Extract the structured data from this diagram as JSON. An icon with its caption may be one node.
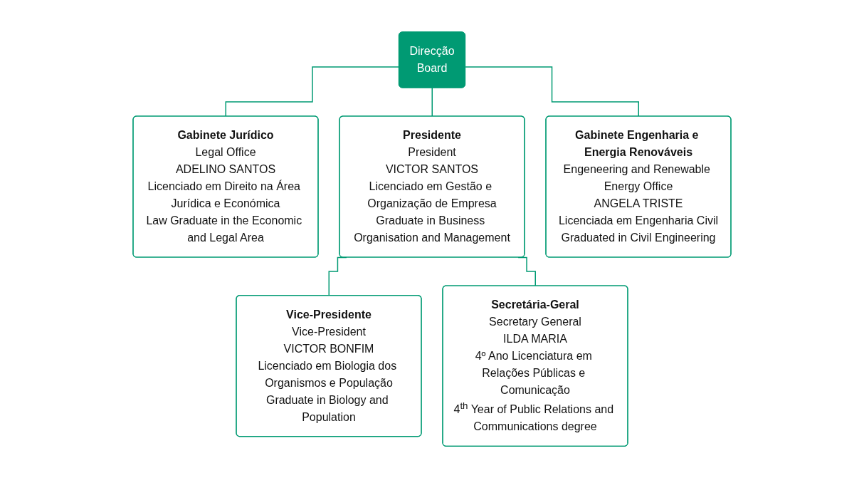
{
  "diagram": {
    "nodes": [
      {
        "text": [
          "Direcção",
          "Board"
        ]
      },
      {
        "text": [
          "Gabinete Jurídico",
          "Legal Office",
          "ADELINO SANTOS",
          "Licenciado em Direito na Área Jurídica e Económica",
          "Law Graduate in the Economic and Legal Area"
        ]
      },
      {
        "text": [
          "Presidente",
          "President",
          "VICTOR SANTOS",
          "Licenciado em Gestão e Organização de Empresa",
          "Graduate in Business Organisation and Management"
        ]
      },
      {
        "text": [
          "Vice-Presidente",
          "Vice-President",
          "VICTOR BONFIM",
          "Licenciado em Biologia dos Organismos e População",
          "Graduate in Biology and Population"
        ]
      },
      {
        "text": [
          "Gabinete Engenharia e Energia Renováveis",
          "Engeneering and Renewable Energy Office",
          "ANGELA TRISTE",
          "Licenciada em Engenharia Civil",
          "Graduated in Civil Engineering"
        ]
      },
      {
        "text": [
          "Secretária-Geral",
          "Secretary General",
          "ILDA MARIA",
          "4º Ano Licenciatura em Relações Públicas e Comunicação",
          "4$^{th}$ Year of Public Relations and Communications degree"
        ]
      }
    ],
    "edges": [
      {
        "from": 0,
        "to": 1,
        "arrow": "none"
      },
      {
        "from": 0,
        "to": 2,
        "arrow": "none"
      },
      {
        "from": 0,
        "to": 4,
        "arrow": "none"
      },
      {
        "from": 2,
        "to": 3,
        "arrow": "none"
      },
      {
        "from": 2,
        "to": 5,
        "arrow": "none"
      }
    ]
  }
}
